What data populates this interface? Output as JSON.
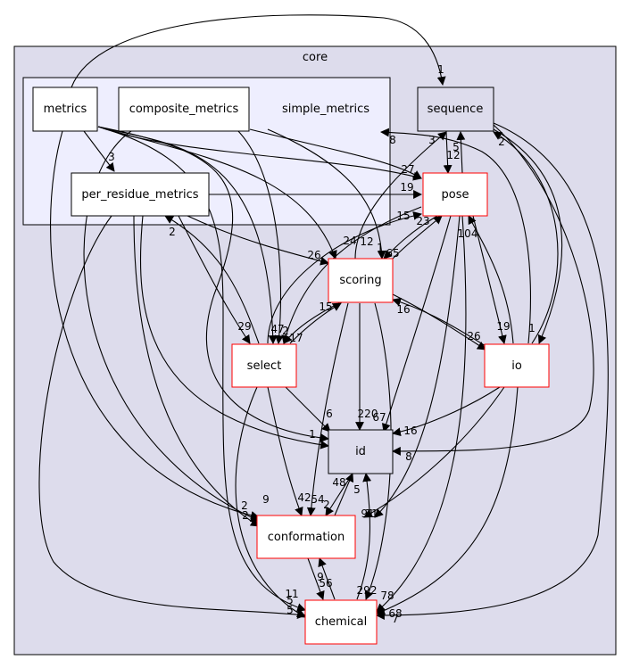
{
  "graph": {
    "outer_cluster": {
      "label": "core"
    },
    "inner_cluster": {
      "label": "simple_metrics"
    },
    "colors": {
      "outer_fill": "#dddcec",
      "inner_fill": "#eeeefe",
      "directory_border": "#000000",
      "node_fill": "#ffffff",
      "external_border": "#ff0000",
      "external_fill": "#ffffff",
      "sequence_fill": "#dddcec"
    },
    "nodes": {
      "metrics": "metrics",
      "composite_metrics": "composite_metrics",
      "per_residue_metrics": "per_residue_metrics",
      "sequence": "sequence",
      "pose": "pose",
      "scoring": "scoring",
      "select": "select",
      "io": "io",
      "id": "id",
      "conformation": "conformation",
      "chemical": "chemical"
    },
    "edge_labels": [
      "1",
      "3",
      "8",
      "3",
      "5",
      "12",
      "2",
      "27",
      "19",
      "15",
      "23",
      "26",
      "24",
      "12",
      "1",
      "65",
      "104",
      "2",
      "29",
      "47",
      "2",
      "17",
      "15",
      "16",
      "26",
      "19",
      "1",
      "6",
      "220",
      "67",
      "16",
      "1",
      "8",
      "48",
      "5",
      "42",
      "54",
      "2",
      "91",
      "31",
      "2",
      "2",
      "9",
      "9",
      "56",
      "292",
      "78",
      "11",
      "5",
      "5",
      "68",
      "7"
    ]
  }
}
